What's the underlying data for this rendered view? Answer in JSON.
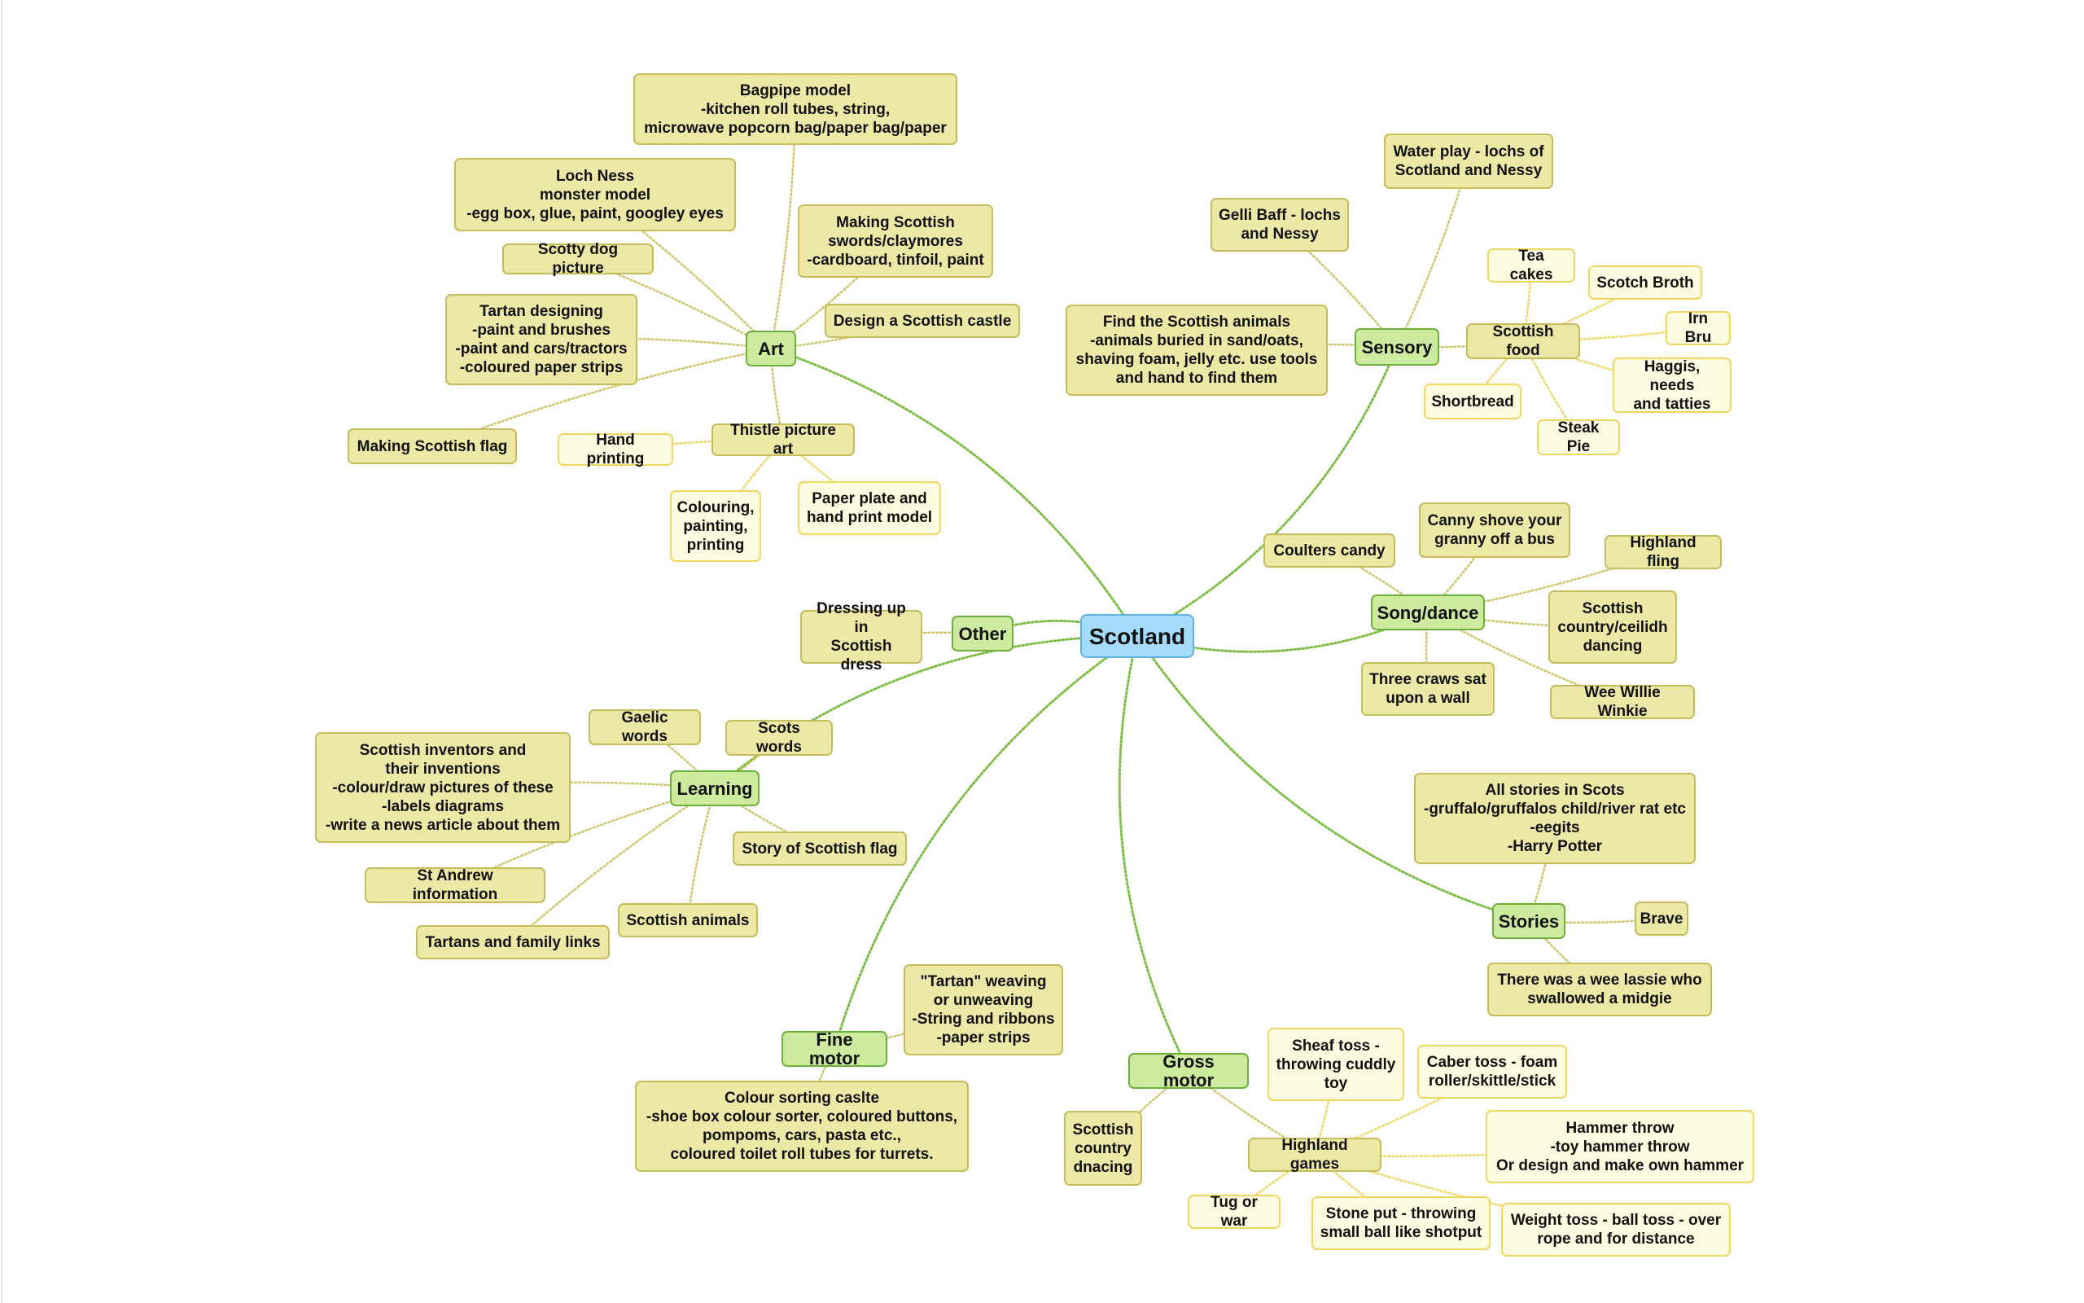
{
  "mindmap": {
    "root": "Scotland",
    "branches": {
      "art": "Art",
      "sensory": "Sensory",
      "other": "Other",
      "song": "Song/dance",
      "learning": "Learning",
      "stories": "Stories",
      "finemotor": "Fine motor",
      "grossmotor": "Gross motor"
    },
    "art": {
      "bagpipe": "Bagpipe model\n-kitchen roll tubes, string,\nmicrowave popcorn bag/paper bag/paper",
      "lochness": "Loch Ness\nmonster model\n-egg box, glue, paint, googley eyes",
      "scotty": "Scotty dog picture",
      "tartan": "Tartan designing\n-paint and brushes\n-paint and cars/tractors\n-coloured paper strips",
      "flag": "Making Scottish flag",
      "swords": "Making Scottish\nswords/claymores\n-cardboard, tinfoil, paint",
      "castle": "Design a Scottish castle",
      "thistle": "Thistle picture art",
      "handprint": "Hand printing",
      "colouring": "Colouring,\npainting,\nprinting",
      "paperplate": "Paper plate and\nhand print model"
    },
    "sensory": {
      "water": "Water play - lochs of\nScotland and Nessy",
      "gelli": "Gelli Baff - lochs\nand Nessy",
      "animals": "Find the Scottish animals\n-animals buried in sand/oats,\nshaving foam, jelly etc. use tools\nand hand to find them",
      "food": "Scottish food",
      "teacakes": "Tea cakes",
      "broth": "Scotch Broth",
      "irnbru": "Irn Bru",
      "haggis": "Haggis, needs\nand tatties",
      "shortbread": "Shortbread",
      "steakpie": "Steak Pie"
    },
    "song": {
      "coulters": "Coulters candy",
      "canny": "Canny shove your\ngranny off a bus",
      "fling": "Highland fling",
      "ceilidh": "Scottish\ncountry/ceilidh\ndancing",
      "willie": "Wee Willie Winkie",
      "craws": "Three craws sat\nupon a wall"
    },
    "other": {
      "dressing": "Dressing up in\nScottish dress"
    },
    "learning": {
      "gaelic": "Gaelic words",
      "scots": "Scots words",
      "inventors": "Scottish inventors and\ntheir inventions\n-colour/draw pictures of these\n-labels diagrams\n-write a news article about them",
      "flagstory": "Story of Scottish flag",
      "standrew": "St Andrew information",
      "animals": "Scottish animals",
      "tartans": "Tartans and family links"
    },
    "stories": {
      "allstories": "All stories in Scots\n-gruffalo/gruffalos child/river rat etc\n-eegits\n-Harry Potter",
      "brave": "Brave",
      "lassie": "There was a wee lassie who\nswallowed a midgie"
    },
    "finemotor": {
      "weaving": "\"Tartan\" weaving\nor unweaving\n-String and ribbons\n-paper strips",
      "sorting": "Colour sorting caslte\n-shoe box colour sorter, coloured buttons,\npompoms, cars, pasta etc.,\ncoloured toilet roll tubes for turrets."
    },
    "grossmotor": {
      "country": "Scottish\ncountry\ndnacing",
      "highland": "Highland games",
      "sheaf": "Sheaf toss -\nthrowing cuddly\ntoy",
      "caber": "Caber toss - foam\nroller/skittle/stick",
      "hammer": "Hammer throw\n-toy hammer throw\nOr design and make own hammer",
      "weight": "Weight toss - ball toss - over\nrope and for distance",
      "stone": "Stone put - throwing\nsmall ball like shotput",
      "tug": "Tug or war"
    }
  }
}
